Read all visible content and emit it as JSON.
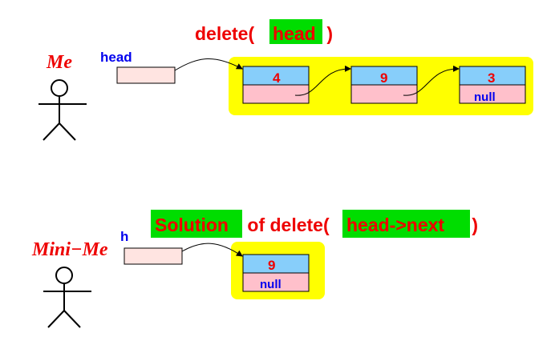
{
  "colors": {
    "red": "#ee0000",
    "blue": "#0000ee",
    "green": "#00dd00",
    "yellow": "#ffff00",
    "node_top": "#87cefa",
    "node_bottom": "#ffc0cb",
    "pointer_box": "#ffe4e1"
  },
  "top": {
    "call_prefix": "delete(",
    "call_arg": "head",
    "call_suffix": " )",
    "actor_label": "Me",
    "pointer_label": "head",
    "nodes": [
      {
        "value": "4",
        "next": ""
      },
      {
        "value": "9",
        "next": ""
      },
      {
        "value": "3",
        "next": "null"
      }
    ]
  },
  "bottom": {
    "title_solution": "Solution",
    "title_middle": " of delete(",
    "title_arg": "head->next",
    "title_suffix": " )",
    "actor_label": "Mini−Me",
    "pointer_label": "h",
    "nodes": [
      {
        "value": "9",
        "next": "null"
      }
    ]
  }
}
